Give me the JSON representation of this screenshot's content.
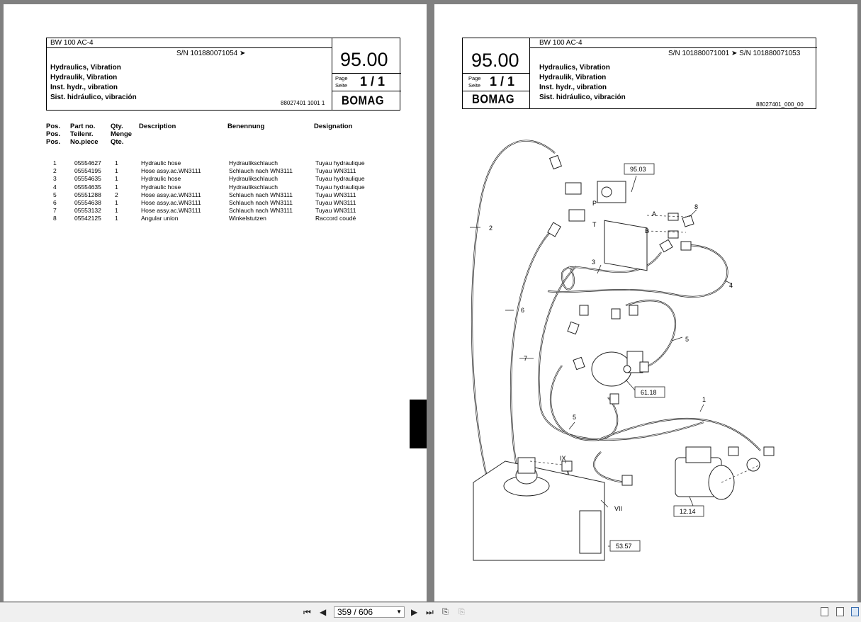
{
  "left_page": {
    "model": "BW 100 AC-4",
    "serial": "S/N 101880071054  ➤",
    "titles": [
      "Hydraulics, Vibration",
      "Hydraulik, Vibration",
      "Inst. hydr., vibration",
      "Sist. hidráulico, vibración"
    ],
    "section_number": "95.00",
    "page_label_en": "Page",
    "page_label_de": "Seite",
    "page_value": "1  /  1",
    "brand": "BOMAG",
    "doc_number": "88027401 1001 1",
    "columns": {
      "pos": [
        "Pos.",
        "Pos.",
        "Pos."
      ],
      "part": [
        "Part no.",
        "Teilenr.",
        "No.piece"
      ],
      "qty": [
        "Qty.",
        "Menge",
        "Qte."
      ],
      "description": "Description",
      "benennung": "Benennung",
      "designation": "Designation"
    },
    "parts": [
      {
        "pos": "1",
        "part": "05554627",
        "qty": "1",
        "desc": "Hydraulic hose",
        "ben": "Hydraulikschlauch",
        "des": "Tuyau hydraulique"
      },
      {
        "pos": "2",
        "part": "05554195",
        "qty": "1",
        "desc": "Hose assy.ac.WN3111",
        "ben": "Schlauch nach WN3111",
        "des": "Tuyau WN3111"
      },
      {
        "pos": "3",
        "part": "05554635",
        "qty": "1",
        "desc": "Hydraulic hose",
        "ben": "Hydraulikschlauch",
        "des": "Tuyau hydraulique"
      },
      {
        "pos": "4",
        "part": "05554635",
        "qty": "1",
        "desc": "Hydraulic hose",
        "ben": "Hydraulikschlauch",
        "des": "Tuyau hydraulique"
      },
      {
        "pos": "5",
        "part": "05551288",
        "qty": "2",
        "desc": "Hose assy.ac.WN3111",
        "ben": "Schlauch nach WN3111",
        "des": "Tuyau WN3111"
      },
      {
        "pos": "6",
        "part": "05554638",
        "qty": "1",
        "desc": "Hose assy.ac.WN3111",
        "ben": "Schlauch nach WN3111",
        "des": "Tuyau WN3111"
      },
      {
        "pos": "7",
        "part": "05553132",
        "qty": "1",
        "desc": "Hose assy.ac.WN3111",
        "ben": "Schlauch nach WN3111",
        "des": "Tuyau WN3111"
      },
      {
        "pos": "8",
        "part": "05542125",
        "qty": "1",
        "desc": "Angular union",
        "ben": "Winkelstutzen",
        "des": "Raccord coudé"
      }
    ]
  },
  "right_page": {
    "model": "BW 100 AC-4",
    "serial": "S/N 101880071001  ➤  S/N 101880071053",
    "titles": [
      "Hydraulics, Vibration",
      "Hydraulik, Vibration",
      "Inst. hydr., vibration",
      "Sist. hidráulico, vibración"
    ],
    "section_number": "95.00",
    "page_label_en": "Page",
    "page_label_de": "Seite",
    "page_value": "1  /  1",
    "brand": "BOMAG",
    "doc_number": "88027401_000_00",
    "diagram_labels": {
      "ref_95_03": "95.03",
      "ref_61_18": "61.18",
      "ref_12_14": "12.14",
      "ref_53_57": "53.57",
      "n1": "1",
      "n2": "2",
      "n3": "3",
      "n4": "4",
      "n5a": "5",
      "n5b": "5",
      "n6": "6",
      "n7": "7",
      "n8": "8",
      "p": "P",
      "t": "T",
      "a": "A",
      "b": "B",
      "ix": "IX",
      "vii": "VII"
    }
  },
  "toolbar": {
    "first_icon": "first-page-icon",
    "prev_icon": "prev-page-icon",
    "page_indicator": "359 / 606",
    "next_icon": "next-page-icon",
    "last_icon": "last-page-icon"
  }
}
